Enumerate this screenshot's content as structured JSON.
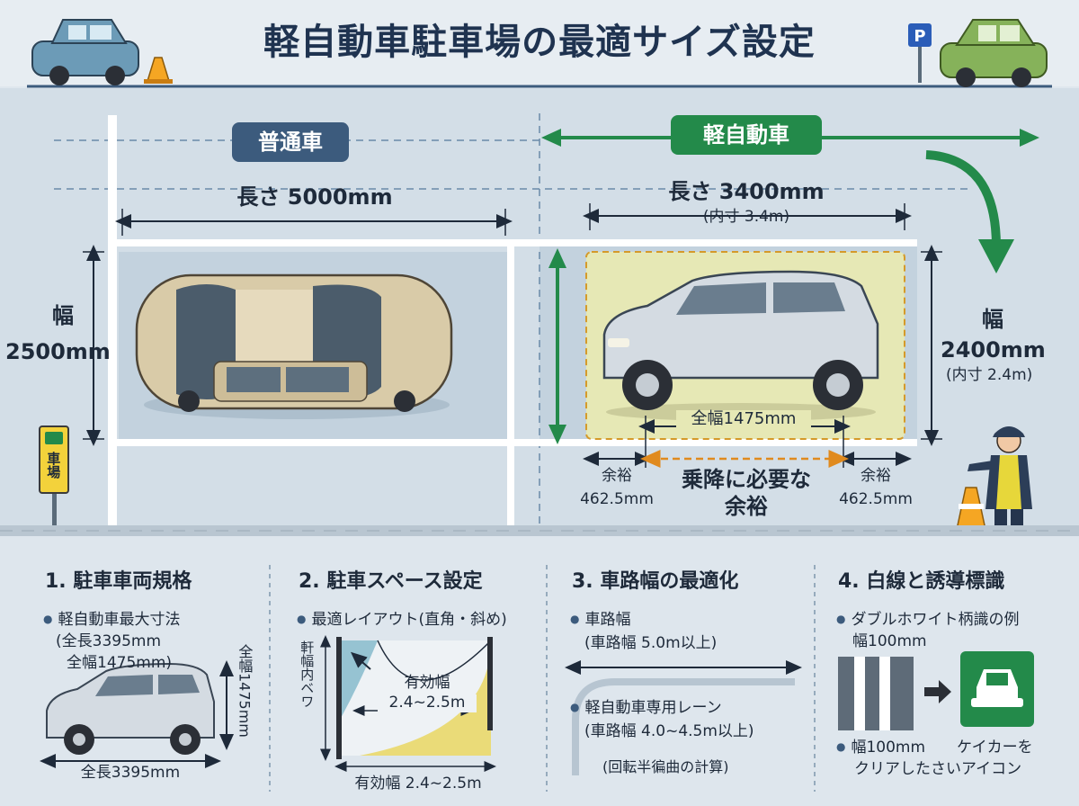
{
  "title": "軽自動車駐車場の最適サイズ設定",
  "icons": [
    "parking-sign-icon",
    "traffic-cone-icon",
    "car-icon",
    "arrow-right-icon"
  ],
  "colors": {
    "accent_green": "#238a4a",
    "navy": "#3c5b7d",
    "kei_zone": "#e6e8b5",
    "orange": "#e08a1e"
  },
  "top": {
    "normal_badge": "普通車",
    "kei_badge": "軽自動車",
    "normal_length": "長さ 5000mm",
    "normal_width_label": "幅",
    "normal_width_value": "2500mm",
    "kei_length": "長さ 3400mm",
    "kei_length_inner": "(内寸 3.4m)",
    "kei_width_label": "幅",
    "kei_width_value": "2400mm",
    "kei_width_inner": "(内寸 2.4m)",
    "kei_full_width": "全幅1475mm",
    "margin_label": "余裕",
    "margin_value": "462.5mm",
    "boarding_line1": "乗降に必要な",
    "boarding_line2": "余裕",
    "sign_text": "車場"
  },
  "sections": [
    {
      "heading": "1. 駐車車両規格",
      "bullet": "軽自動車最大寸法",
      "line1": "(全長3395mm",
      "line2": "全幅1475mm)",
      "side_label": "全幅1475mm",
      "bottom_label": "全長3395mm"
    },
    {
      "heading": "2. 駐車スペース設定",
      "bullet": "最適レイアウト(直角・斜め)",
      "side_label": "軒幅内ベワ",
      "center_label1": "有効幅",
      "center_label2": "2.4~2.5m",
      "bottom_label": "有効幅 2.4~2.5m"
    },
    {
      "heading": "3. 車路幅の最適化",
      "bullet1": "車路幅",
      "line1": "(車路幅 5.0m以上)",
      "bullet2": "軽自動車専用レーン",
      "line2": "(車路幅 4.0~4.5m以上)",
      "line3": "(回転半徧曲の計算)"
    },
    {
      "heading": "4. 白線と誘導標識",
      "bullet": "ダブルホワイト柄識の例",
      "line1": "幅100mm",
      "bullet2": "幅100mm",
      "right_line1": "ケイカーを",
      "right_line2": "クリアしたさいアイコン"
    }
  ]
}
